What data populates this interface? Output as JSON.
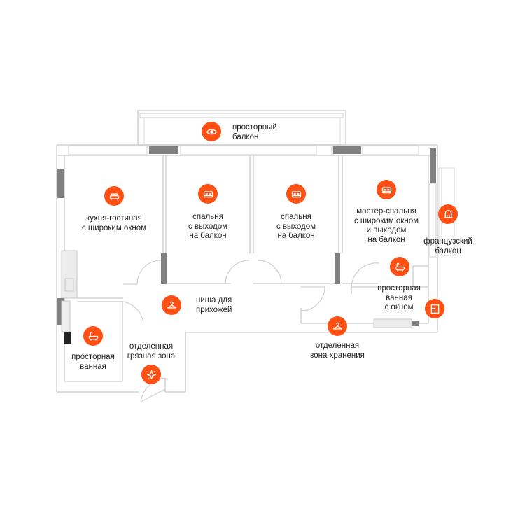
{
  "colors": {
    "accent": "#ff4f12",
    "wall": "#d4d4d4",
    "text": "#222222",
    "dark_wall": "#808080"
  },
  "rooms": [
    {
      "id": "balcony",
      "label": "просторный\nбалкон",
      "icon": "eye-icon"
    },
    {
      "id": "kitchen-living",
      "label": "кухня-гостиная\nс широким окном",
      "icon": "armchair-icon"
    },
    {
      "id": "bedroom-1",
      "label": "спальня\nс выходом\nна балкон",
      "icon": "bed-icon"
    },
    {
      "id": "bedroom-2",
      "label": "спальня\nс выходом\nна балкон",
      "icon": "bed-icon"
    },
    {
      "id": "master-bedroom",
      "label": "мастер-спальня\nс широким окном\nи выходом\nна балкон",
      "icon": "bed-icon"
    },
    {
      "id": "french-balcony",
      "label": "французский\nбалкон",
      "icon": "french-balcony-icon"
    },
    {
      "id": "master-bathroom",
      "label": "просторная\nванная\nс окном",
      "icon": "bathtub-icon"
    },
    {
      "id": "bathroom-window",
      "label": "",
      "icon": "window-icon"
    },
    {
      "id": "hall-niche",
      "label": "ниша для\nприхожей",
      "icon": "hanger-icon"
    },
    {
      "id": "storage",
      "label": "отделенная\nзона хранения",
      "icon": "hanger-icon"
    },
    {
      "id": "bathroom",
      "label": "просторная\nванная",
      "icon": "bathtub-icon"
    },
    {
      "id": "dirty-zone",
      "label": "отделенная\nгрязная зона",
      "icon": "sparkle-icon"
    }
  ]
}
